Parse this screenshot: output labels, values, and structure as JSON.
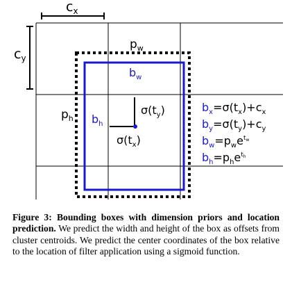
{
  "figure": {
    "labels": {
      "cx": "c",
      "cx_sub": "x",
      "cy": "c",
      "cy_sub": "y",
      "pw": "p",
      "pw_sub": "w",
      "ph": "p",
      "ph_sub": "h",
      "bw": "b",
      "bw_sub": "w",
      "bh": "b",
      "bh_sub": "h",
      "sigma_ty": "σ(t",
      "sigma_ty_sub": "y",
      "sigma_ty_close": ")",
      "sigma_tx": "σ(t",
      "sigma_tx_sub": "x",
      "sigma_tx_close": ")"
    },
    "equations": [
      {
        "lhs": "b",
        "lhs_sub": "x",
        "rhs_a": "=σ(t",
        "rhs_sub": "x",
        "rhs_b": ")+c",
        "rhs_sub2": "x"
      },
      {
        "lhs": "b",
        "lhs_sub": "y",
        "rhs_a": "=σ(t",
        "rhs_sub": "y",
        "rhs_b": ")+c",
        "rhs_sub2": "y"
      },
      {
        "lhs": "b",
        "lhs_sub": "w",
        "rhs_a": "=p",
        "rhs_sub": "w",
        "rhs_b": "e",
        "rhs_sup": "t",
        "rhs_sup_sub": "w"
      },
      {
        "lhs": "b",
        "lhs_sub": "h",
        "rhs_a": "=p",
        "rhs_sub": "h",
        "rhs_b": "e",
        "rhs_sup": "t",
        "rhs_sup_sub": "h"
      }
    ],
    "colors": {
      "blue": "#1a1acc",
      "grid": "#000000",
      "prior": "#000000"
    }
  },
  "caption": {
    "label": "Figure 3:",
    "title": "Bounding boxes with dimension priors and location prediction.",
    "body": "We predict the width and height of the box as offsets from cluster centroids. We predict the center coordinates of the box relative to the location of filter application using a sigmoid function."
  }
}
